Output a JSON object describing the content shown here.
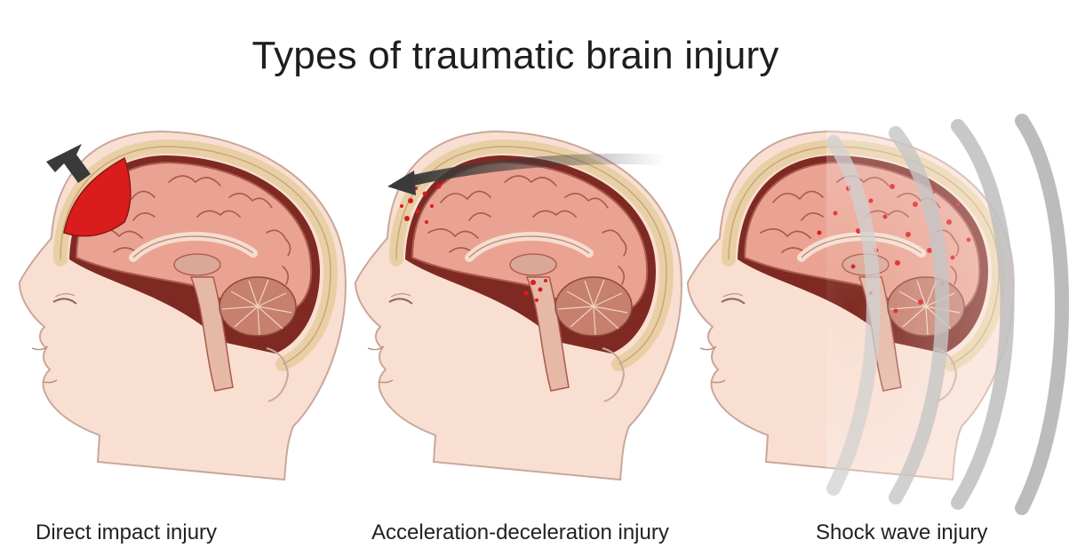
{
  "title": "Types of traumatic brain injury",
  "panels": [
    {
      "label": "Direct impact injury",
      "injury": "impact"
    },
    {
      "label": "Acceleration-deceleration injury",
      "injury": "acceleration"
    },
    {
      "label": "Shock wave injury",
      "injury": "shockwave"
    }
  ],
  "colors": {
    "skin": "#f9dfd2",
    "skin_outline": "#c9a79a",
    "skull": "#e9cfa5",
    "brain": "#eaa392",
    "brain_outline": "#a9594d",
    "cerebellum": "#c77f6e",
    "bleed": "#d91d1d",
    "arrow": "#3a3a3a"
  },
  "icons": [
    "impact-arrow-icon",
    "motion-arrow-icon",
    "shock-wave-icon"
  ]
}
